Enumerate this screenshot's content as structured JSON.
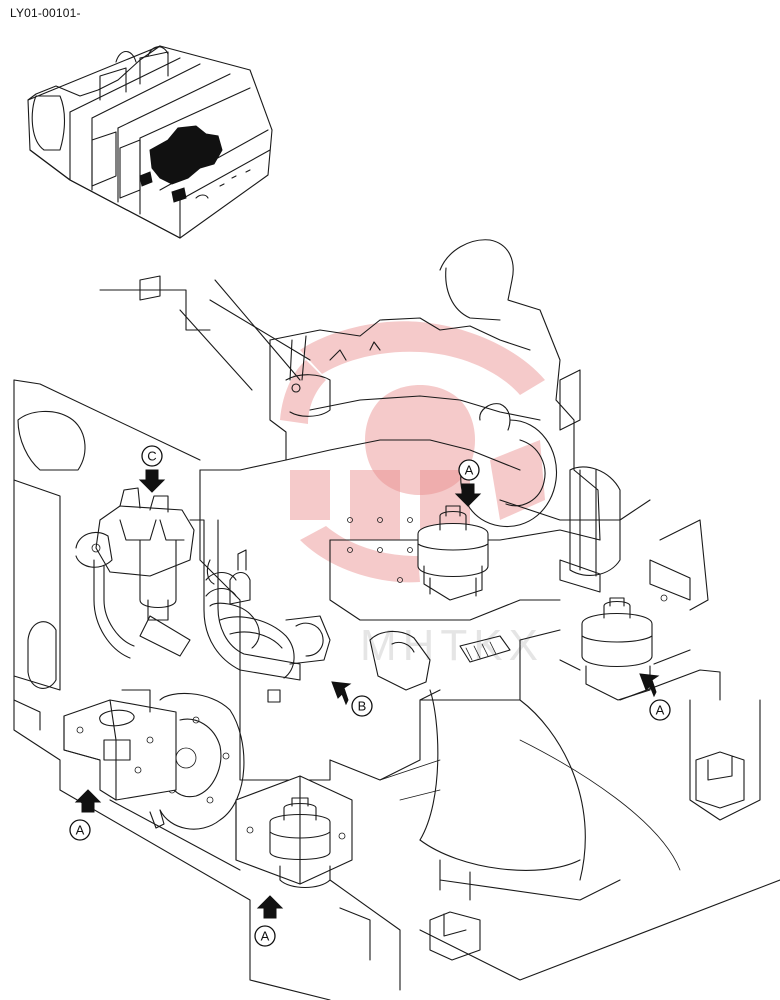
{
  "document": {
    "reference_code": "LY01-00101-"
  },
  "callouts": [
    {
      "id": "C",
      "label": "C"
    },
    {
      "id": "A-center",
      "label": "A"
    },
    {
      "id": "A-right",
      "label": "A"
    },
    {
      "id": "B",
      "label": "B"
    },
    {
      "id": "A-left",
      "label": "A"
    },
    {
      "id": "A-bottom",
      "label": "A"
    }
  ],
  "watermark": {
    "text": "MHTKX",
    "color": "#e8898a"
  }
}
